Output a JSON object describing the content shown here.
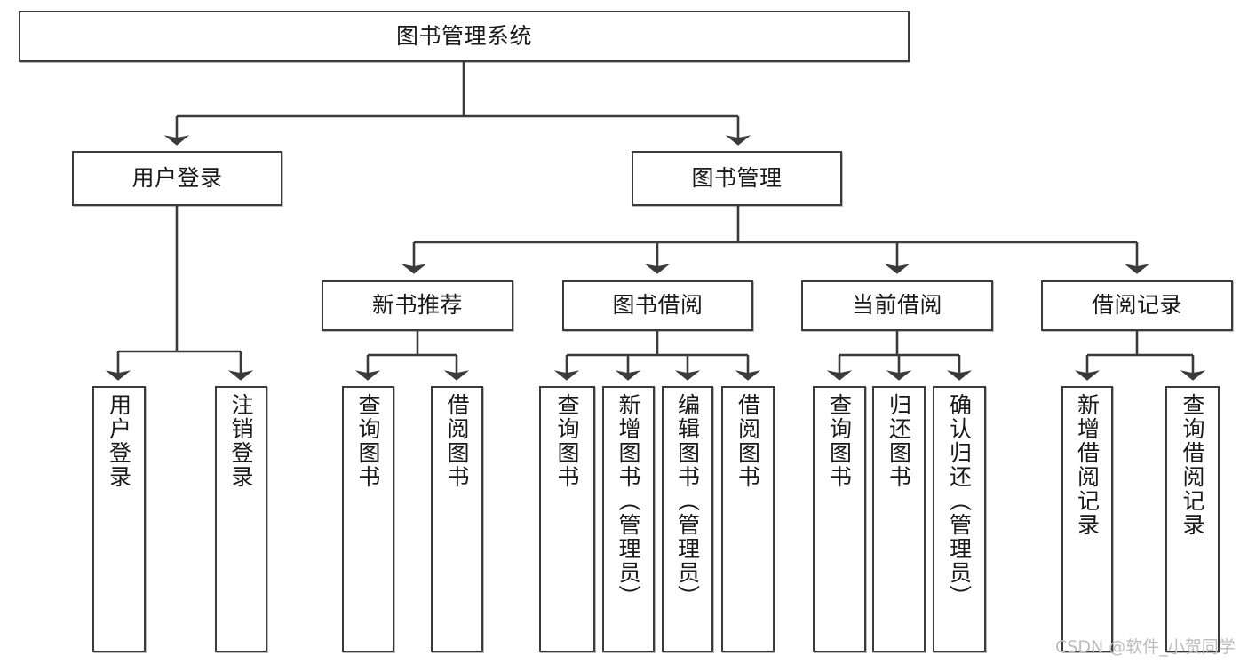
{
  "diagram": {
    "title": "图书管理系统",
    "type": "功能结构图",
    "colors": {
      "stroke": "#3b3b3b",
      "fill": "#ffffff",
      "text": "#1a1a1a",
      "watermark": "#bdbdbd"
    },
    "nodes": {
      "root": {
        "label": "图书管理系统",
        "orientation": "horizontal"
      },
      "level2": [
        {
          "label": "用户登录",
          "orientation": "horizontal"
        },
        {
          "label": "图书管理",
          "orientation": "horizontal"
        }
      ],
      "level3": [
        {
          "label": "新书推荐",
          "orientation": "horizontal"
        },
        {
          "label": "图书借阅",
          "orientation": "horizontal"
        },
        {
          "label": "当前借阅",
          "orientation": "horizontal"
        },
        {
          "label": "借阅记录",
          "orientation": "horizontal"
        }
      ],
      "leaves": {
        "user_login": [
          {
            "label": "用户登录",
            "orientation": "vertical"
          },
          {
            "label": "注销登录",
            "orientation": "vertical"
          }
        ],
        "new_book_recommend": [
          {
            "label": "查询图书",
            "orientation": "vertical"
          },
          {
            "label": "借阅图书",
            "orientation": "vertical"
          }
        ],
        "book_borrow": [
          {
            "label": "查询图书",
            "orientation": "vertical"
          },
          {
            "label": "新增图书（管理员）",
            "orientation": "vertical"
          },
          {
            "label": "编辑图书（管理员）",
            "orientation": "vertical"
          },
          {
            "label": "借阅图书",
            "orientation": "vertical"
          }
        ],
        "current_borrow": [
          {
            "label": "查询图书",
            "orientation": "vertical"
          },
          {
            "label": "归还图书",
            "orientation": "vertical"
          },
          {
            "label": "确认归还（管理员）",
            "orientation": "vertical"
          }
        ],
        "borrow_record": [
          {
            "label": "新增借阅记录",
            "orientation": "vertical"
          },
          {
            "label": "查询借阅记录",
            "orientation": "vertical"
          }
        ]
      }
    },
    "watermark": "CSDN @软件_小贺同学"
  }
}
